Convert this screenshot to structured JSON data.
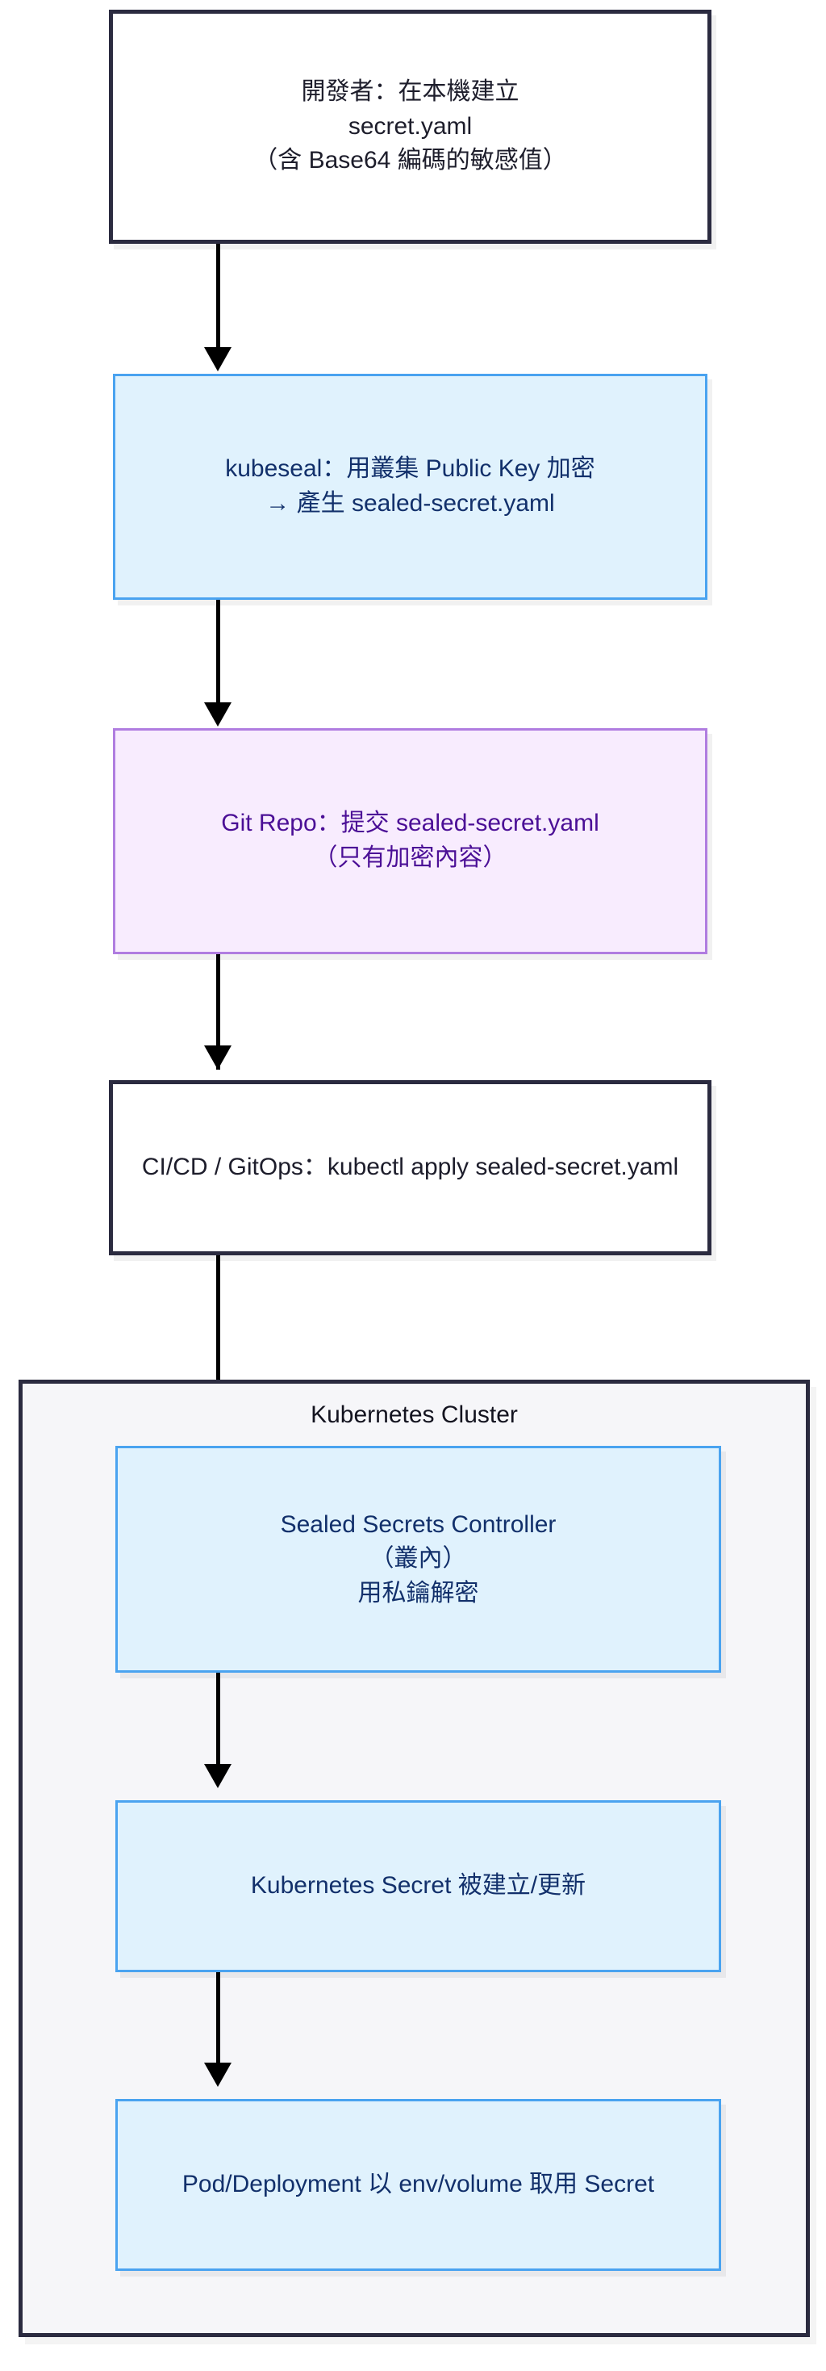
{
  "diagram": {
    "title": "Sealed Secrets GitOps flow",
    "type": "flowchart",
    "direction": "top-to-bottom",
    "colors": {
      "plain_border": "#2b2b40",
      "plain_fill": "#ffffff",
      "plain_text": "#1d1d2b",
      "blue_fill": "#e0f2fd",
      "blue_border": "#4aa3f0",
      "blue_text": "#12306b",
      "purple_fill": "#f8ecfe",
      "purple_border": "#b07de0",
      "purple_text": "#4b0f96",
      "cluster_fill": "#f6f6f9",
      "cluster_border": "#2b2b40",
      "edge": "#000000"
    },
    "nodes": [
      {
        "id": "dev",
        "style": "plain",
        "label": "開發者：在本機建立\nsecret.yaml\n（含 Base64 編碼的敏感值）"
      },
      {
        "id": "kubeseal",
        "style": "blue",
        "label": "kubeseal：用叢集 Public Key 加密\n→ 產生 sealed-secret.yaml"
      },
      {
        "id": "gitrepo",
        "style": "purple",
        "label": "Git Repo：提交 sealed-secret.yaml\n（只有加密內容）"
      },
      {
        "id": "cicd",
        "style": "plain",
        "label": "CI/CD / GitOps：kubectl apply sealed-secret.yaml"
      },
      {
        "id": "controller",
        "style": "blue",
        "label": "Sealed Secrets Controller\n（叢內）\n用私鑰解密"
      },
      {
        "id": "secret",
        "style": "blue",
        "label": "Kubernetes Secret 被建立/更新"
      },
      {
        "id": "pod",
        "style": "blue",
        "label": "Pod/Deployment 以 env/volume 取用 Secret"
      }
    ],
    "cluster": {
      "id": "k8s-cluster",
      "title": "Kubernetes Cluster",
      "members": [
        "controller",
        "secret",
        "pod"
      ]
    },
    "edges": [
      {
        "from": "dev",
        "to": "kubeseal"
      },
      {
        "from": "kubeseal",
        "to": "gitrepo"
      },
      {
        "from": "gitrepo",
        "to": "cicd"
      },
      {
        "from": "cicd",
        "to": "controller"
      },
      {
        "from": "controller",
        "to": "secret"
      },
      {
        "from": "secret",
        "to": "pod"
      }
    ]
  }
}
